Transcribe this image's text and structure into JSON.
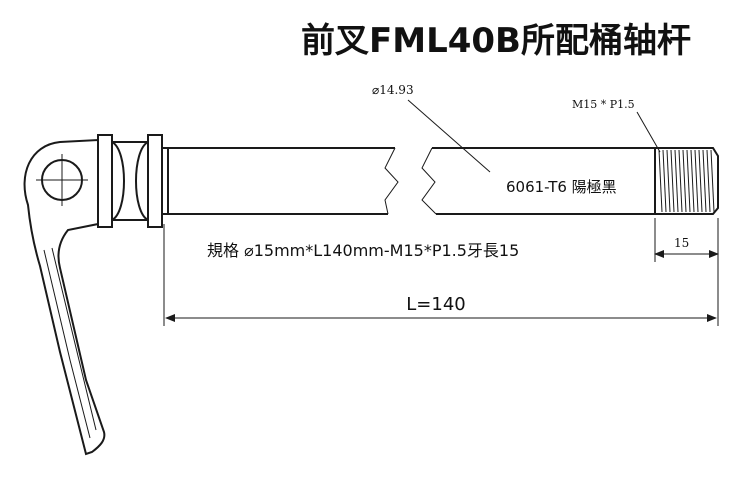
{
  "title": "前叉FML40B所配桶轴杆",
  "labels": {
    "diameter": "⌀14.93",
    "thread_callout": "M15 * P1.5",
    "material": "6061-T6 陽極黑",
    "spec": "規格 ⌀15mm*L140mm-M15*P1.5牙長15",
    "thread_length": "15",
    "total_length": "L=140"
  },
  "colors": {
    "line": "#1a1a1a",
    "text": "#111111",
    "background": "#ffffff"
  }
}
